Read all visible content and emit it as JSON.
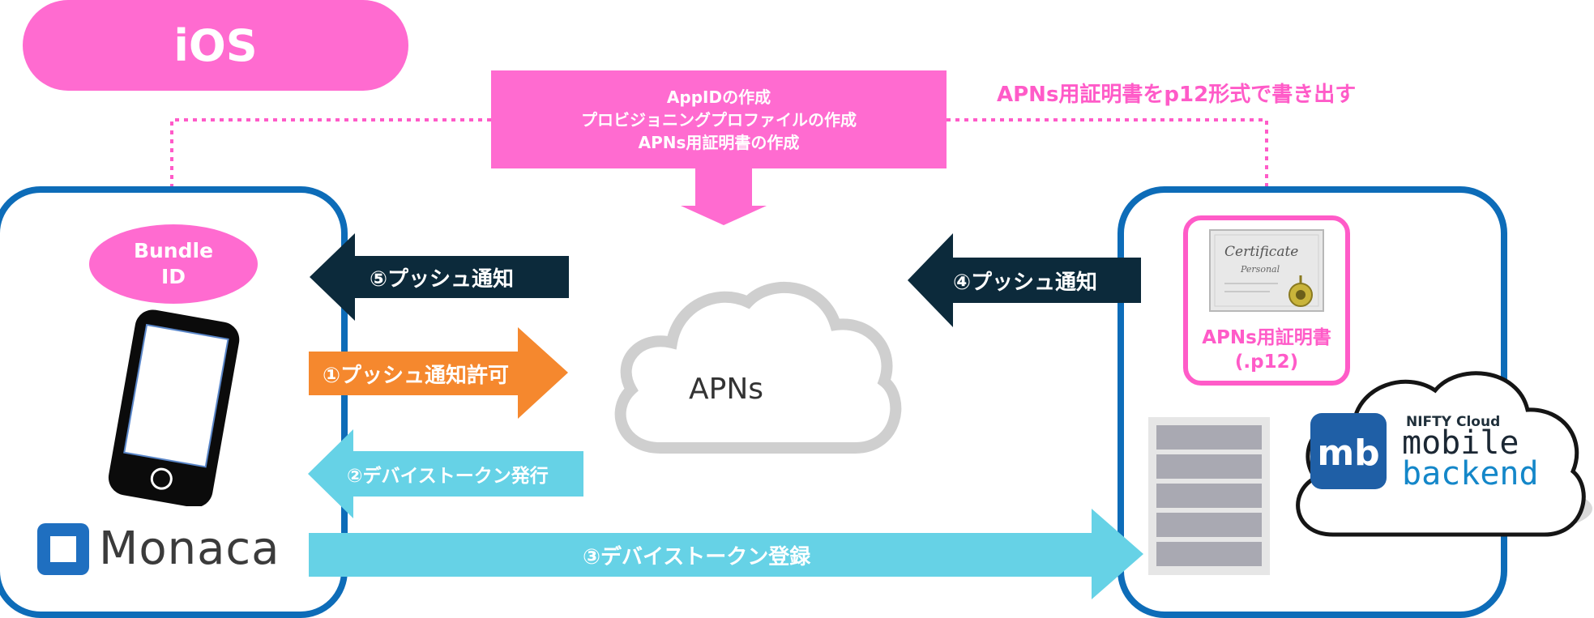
{
  "title": "iOS",
  "setup_box": {
    "line1": "AppIDの作成",
    "line2": "プロビジョニングプロファイルの作成",
    "line3": "APNs用証明書の作成"
  },
  "export_label": "APNs用証明書をp12形式で書き出す",
  "bundle_id": {
    "line1": "Bundle",
    "line2": "ID"
  },
  "apns_label": "APNs",
  "steps": {
    "step1": "①プッシュ通知許可",
    "step2": "②デバイストークン発行",
    "step3": "③デバイストークン登録",
    "step4": "④プッシュ通知",
    "step5": "⑤プッシュ通知"
  },
  "certificate": {
    "label1": "APNs用証明書",
    "label2": "(.p12)",
    "image_text1": "Certificate",
    "image_text2": "Personal"
  },
  "monaca_logo": "Monaca",
  "mbaas_logo": {
    "nifty": "NIFTY Cloud",
    "mobile": "mobile",
    "backend": "backend",
    "mark": "mb"
  },
  "colors": {
    "pink": "#ff6bd0",
    "frame_blue": "#0d6cb8",
    "dark_navy": "#0c2a3b",
    "orange": "#f5882e",
    "cyan": "#66d2e6"
  }
}
